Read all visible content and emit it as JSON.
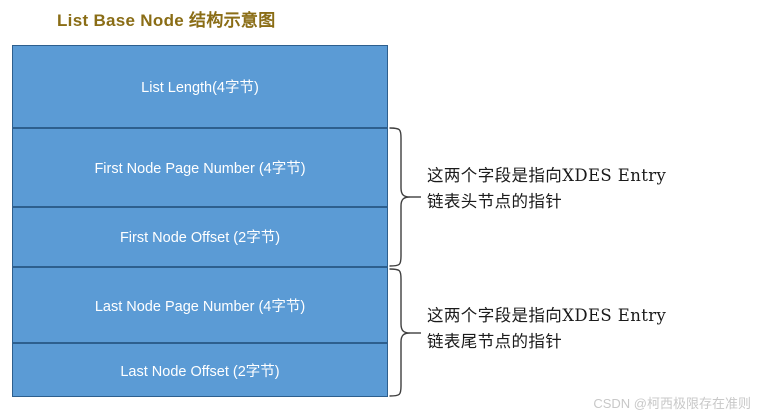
{
  "title": "List Base Node 结构示意图",
  "title_color": "#8a6d16",
  "table": {
    "fill_color": "#5b9bd5",
    "border_color": "#2d5f8e",
    "text_color": "#ffffff",
    "rows": [
      {
        "label": "List Length(4字节)"
      },
      {
        "label": "First Node Page Number (4字节)"
      },
      {
        "label": "First Node Offset (2字节)"
      },
      {
        "label": "Last Node Page Number (4字节)"
      },
      {
        "label": "Last Node Offset (2字节)"
      }
    ]
  },
  "annotations": [
    {
      "name": "first-node-pointer-note",
      "text": "这两个字段是指向XDES Entry\n链表头节点的指针"
    },
    {
      "name": "last-node-pointer-note",
      "text": "这两个字段是指向XDES Entry\n链表尾节点的指针"
    }
  ],
  "watermark": "CSDN @柯西极限存在准则"
}
